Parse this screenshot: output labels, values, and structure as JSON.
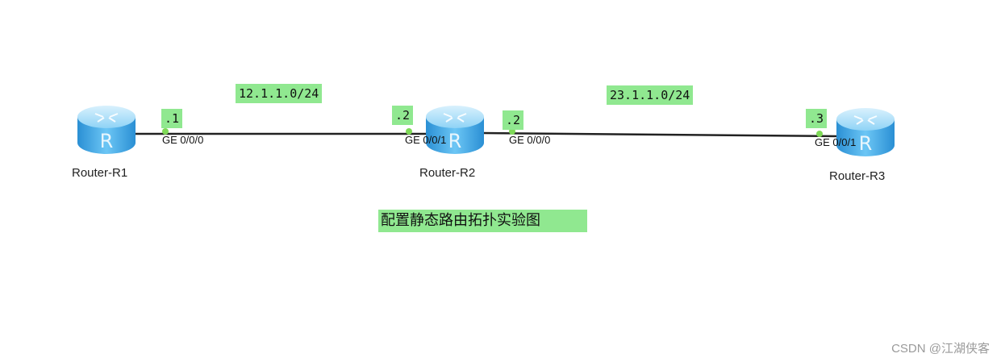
{
  "routers": [
    {
      "name": "Router-R1"
    },
    {
      "name": "Router-R2"
    },
    {
      "name": "Router-R3"
    }
  ],
  "links": [
    {
      "network": "12.1.1.0/24",
      "a_addr": ".1",
      "a_if": "GE 0/0/0",
      "b_addr": ".2",
      "b_if": "GE 0/0/1"
    },
    {
      "network": "23.1.1.0/24",
      "a_addr": ".2",
      "a_if": "GE 0/0/0",
      "b_addr": ".3",
      "b_if": "GE 0/0/1"
    }
  ],
  "caption": "配置静态路由拓扑实验图",
  "watermark": "CSDN @江湖侠客",
  "colors": {
    "label_bg": "#90e890",
    "port_dot": "#7ed957",
    "link": "#222222",
    "router_body": "#3fa9e6"
  }
}
